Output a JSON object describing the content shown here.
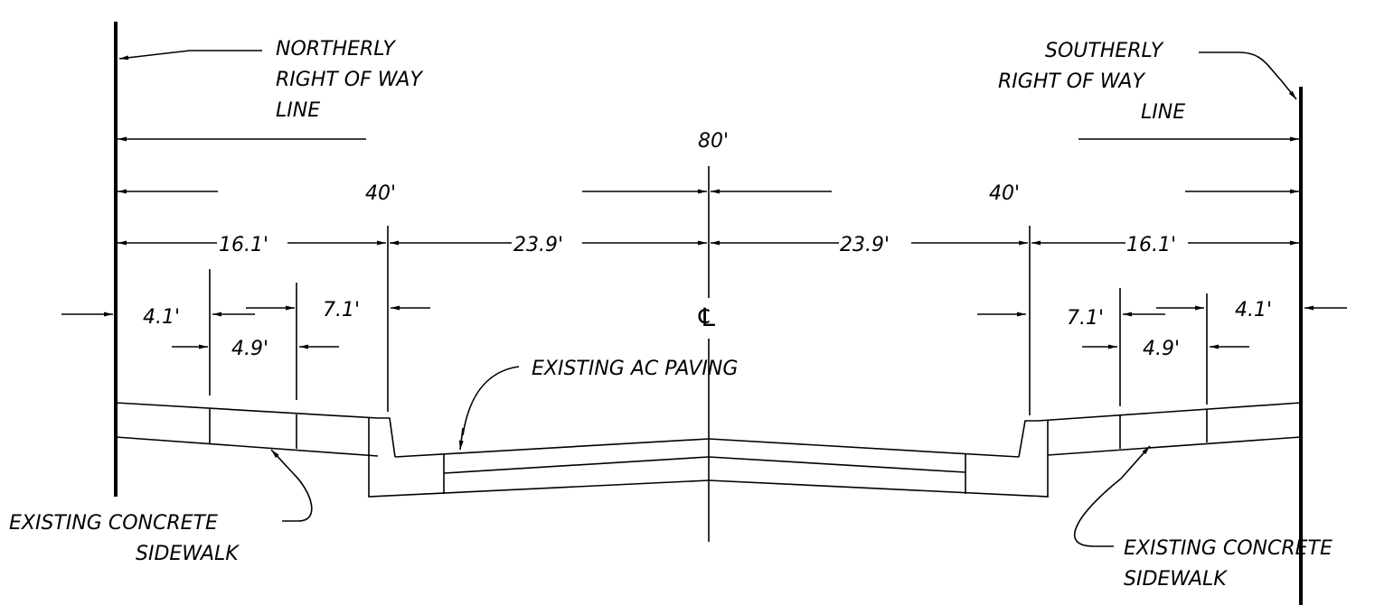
{
  "labels": {
    "north_row": [
      "NORTHERLY",
      "RIGHT OF WAY",
      "LINE"
    ],
    "south_row": [
      "SOUTHERLY",
      "RIGHT OF WAY",
      "LINE"
    ],
    "total_width": "80'",
    "half_width": "40'",
    "sidewalk_zone": "16.1'",
    "paving_half": "23.9'",
    "offset_4_1": "4.1'",
    "offset_7_1": "7.1'",
    "offset_4_9": "4.9'",
    "centerline": "℄",
    "ac_paving": "EXISTING AC  PAVING",
    "concrete_sidewalk": [
      "EXISTING CONCRETE",
      "SIDEWALK"
    ]
  }
}
